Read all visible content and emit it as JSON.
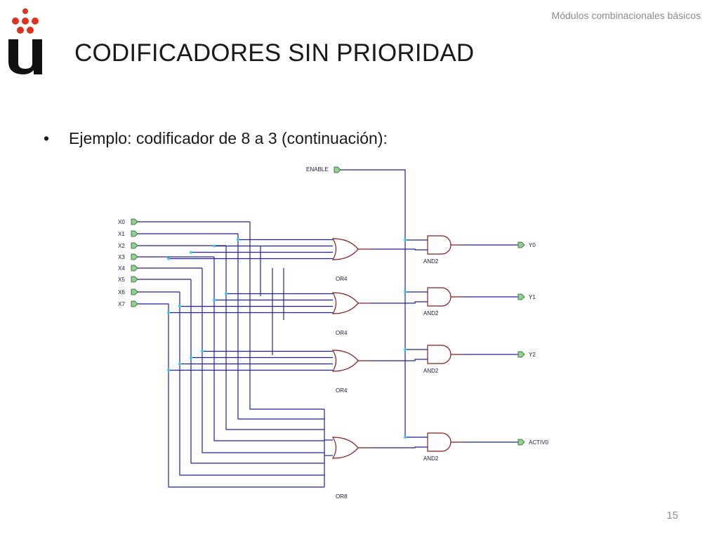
{
  "header": {
    "section_title": "Módulos combinacionales básicos"
  },
  "logo": {
    "letter": "U"
  },
  "slide": {
    "title": "CODIFICADORES SIN PRIORIDAD",
    "bullet_symbol": "•",
    "bullet_text": "Ejemplo: codificador de 8 a 3 (continuación):",
    "page_number": "15"
  },
  "circuit": {
    "enable_label": "ENABLE",
    "inputs": [
      "X0",
      "X1",
      "X2",
      "X3",
      "X4",
      "X5",
      "X6",
      "X7"
    ],
    "or_gates": [
      {
        "label": "OR4"
      },
      {
        "label": "OR4"
      },
      {
        "label": "OR4"
      },
      {
        "label": "OR8"
      }
    ],
    "and_gates": [
      {
        "label": "AND2"
      },
      {
        "label": "AND2"
      },
      {
        "label": "AND2"
      },
      {
        "label": "AND2"
      }
    ],
    "outputs": [
      "Y0",
      "Y1",
      "Y2",
      "ACTIV0"
    ],
    "colors": {
      "wire": "#2020a0",
      "gate": "#8b1a1a",
      "node": "#35c8f0",
      "port_fill": "#8fd18f",
      "logo_red": "#e0301e"
    }
  }
}
